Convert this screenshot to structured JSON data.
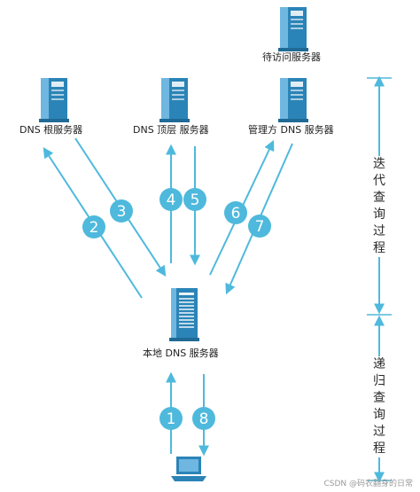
{
  "colors": {
    "accent": "#4eb9dc",
    "server_body": "#2b84b7",
    "server_light": "#6fb7e0",
    "label_text": "#1e1e1e"
  },
  "nodes": {
    "target": {
      "label": "待访问服务器"
    },
    "root": {
      "label": "DNS  根服务器"
    },
    "top": {
      "label": "DNS  顶层  服务器"
    },
    "auth": {
      "label": "管理方  DNS  服务器"
    },
    "local": {
      "label": "本地  DNS  服务器"
    }
  },
  "steps": [
    "1",
    "2",
    "3",
    "4",
    "5",
    "6",
    "7",
    "8"
  ],
  "brackets": {
    "iterative": "迭代查询过程",
    "recursive": "递归查询过程"
  },
  "watermark": "CSDN @码农翻身的日常",
  "icons": [
    "server-icon",
    "laptop-icon"
  ]
}
